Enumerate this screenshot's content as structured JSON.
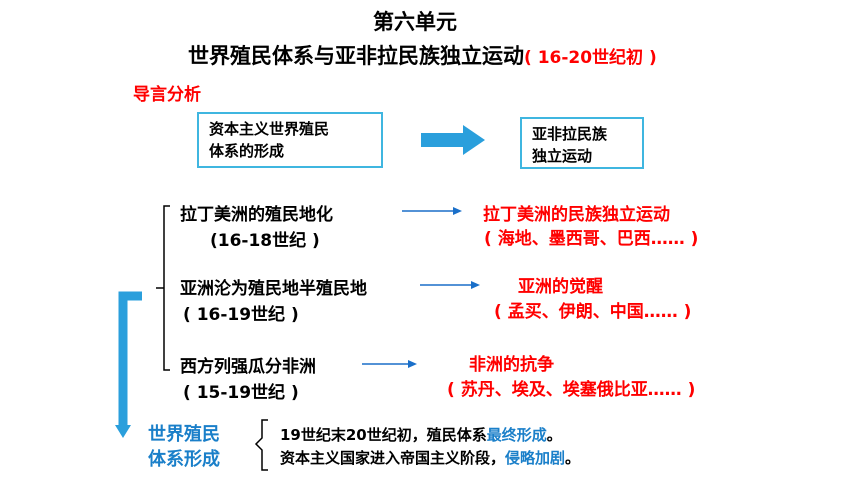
{
  "title": {
    "line1": "第六单元",
    "line2_main": "世界殖民体系与亚非拉民族独立运动",
    "line2_sub": "( 16-20世纪初 )"
  },
  "intro_label": "导言分析",
  "box_left": {
    "line1": "资本主义世界殖民",
    "line2": "体系的形成"
  },
  "box_right": {
    "line1": "亚非拉民族",
    "line2": "独立运动"
  },
  "items": [
    {
      "title": "拉丁美洲的殖民地化",
      "period": "(16-18世纪 )",
      "result_title": "拉丁美洲的民族独立运动",
      "result_detail": "( 海地、墨西哥、巴西…… )"
    },
    {
      "title": "亚洲沦为殖民地半殖民地",
      "period": "( 16-19世纪 )",
      "result_title": "亚洲的觉醒",
      "result_detail": "( 孟买、伊朗、中国…… )"
    },
    {
      "title": "西方列强瓜分非洲",
      "period": "( 15-19世纪 )",
      "result_title": "非洲的抗争",
      "result_detail": "( 苏丹、埃及、埃塞俄比亚…… )"
    }
  ],
  "summary": {
    "label_line1": "世界殖民",
    "label_line2": "体系形成",
    "line1_pre": "19世纪末20世纪初，殖民体系",
    "line1_hl": "最终形成",
    "line1_post": "。",
    "line2_pre": "资本主义国家进入帝国主义阶段，",
    "line2_hl": "侵略加剧",
    "line2_post": "。"
  },
  "colors": {
    "accent_red": "#ff0000",
    "accent_blue": "#1a7fc9",
    "box_border": "#3fb6e0",
    "arrow_blue": "#1a6fc9"
  }
}
